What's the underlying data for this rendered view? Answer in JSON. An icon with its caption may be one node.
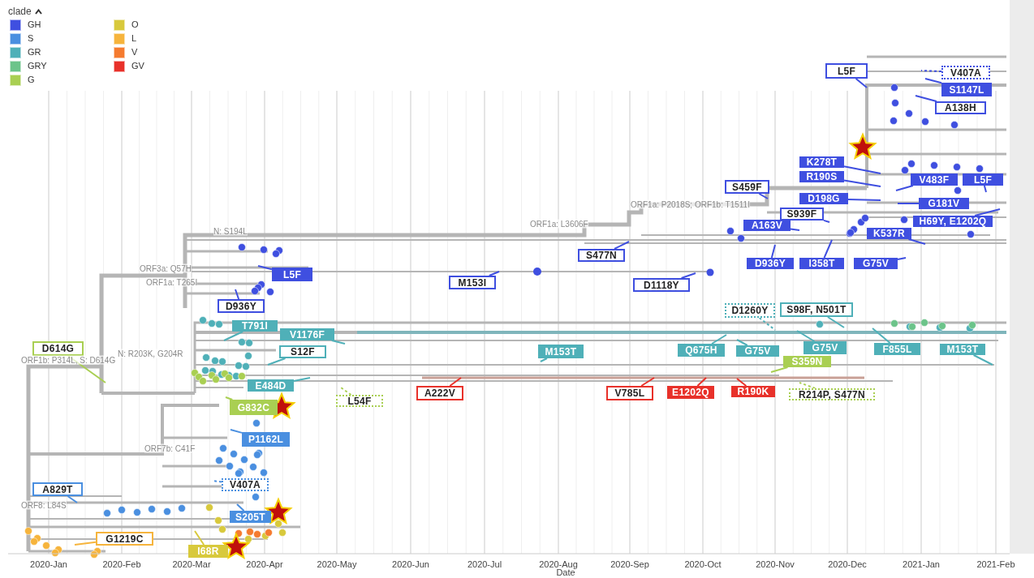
{
  "diagram": {
    "nodes": [
      {
        "text": [
          "L5F"
        ]
      },
      {
        "text": [
          "V407A"
        ]
      },
      {
        "text": [
          "S1147L"
        ]
      },
      {
        "text": [
          "A138H"
        ]
      },
      {
        "text": [
          "K278T"
        ]
      },
      {
        "text": [
          "S459F"
        ]
      },
      {
        "text": [
          "R190S"
        ]
      },
      {
        "text": [
          "V483F"
        ]
      },
      {
        "text": [
          "L5F"
        ]
      },
      {
        "text": [
          "D198G"
        ]
      },
      {
        "text": [
          "G181V"
        ]
      },
      {
        "text": [
          "S939F"
        ]
      },
      {
        "text": [
          "A163V"
        ]
      },
      {
        "text": [
          "H69Y, E1202Q"
        ]
      },
      {
        "text": [
          "K537R"
        ]
      },
      {
        "text": [
          "S477N"
        ]
      },
      {
        "text": [
          "D936Y"
        ]
      },
      {
        "text": [
          "I358T"
        ]
      },
      {
        "text": [
          "G75V"
        ]
      },
      {
        "text": [
          "L5F"
        ]
      },
      {
        "text": [
          "M153I"
        ]
      },
      {
        "text": [
          "D1118Y"
        ]
      },
      {
        "text": [
          "D936Y"
        ]
      },
      {
        "text": [
          "D1260Y"
        ]
      },
      {
        "text": [
          "S98F, N501T"
        ]
      },
      {
        "text": [
          "T791I"
        ]
      },
      {
        "text": [
          "V1176F"
        ]
      },
      {
        "text": [
          "D614G"
        ]
      },
      {
        "text": [
          "Q675H"
        ]
      },
      {
        "text": [
          "G75V"
        ]
      },
      {
        "text": [
          "G75V"
        ]
      },
      {
        "text": [
          "F855L"
        ]
      },
      {
        "text": [
          "M153T"
        ]
      },
      {
        "text": [
          "S12F"
        ]
      },
      {
        "text": [
          "M153T"
        ]
      },
      {
        "text": [
          "S359N"
        ]
      },
      {
        "text": [
          "E484D"
        ]
      },
      {
        "text": [
          "A222V"
        ]
      },
      {
        "text": [
          "V785L"
        ]
      },
      {
        "text": [
          "E1202Q"
        ]
      },
      {
        "text": [
          "R190K"
        ]
      },
      {
        "text": [
          "L54F"
        ]
      },
      {
        "text": [
          "R214P, S477N"
        ]
      },
      {
        "text": [
          "G832C"
        ]
      },
      {
        "text": [
          "P1162L"
        ]
      },
      {
        "text": [
          "V407A"
        ]
      },
      {
        "text": [
          "A829T"
        ]
      },
      {
        "text": [
          "S205T"
        ]
      },
      {
        "text": [
          "G1219C"
        ]
      },
      {
        "text": [
          "I68R"
        ]
      }
    ],
    "edges": [
      {
        "from": 0,
        "to": null,
        "arrow": "none"
      },
      {
        "from": 1,
        "to": null,
        "arrow": "none",
        "style": "dashed"
      },
      {
        "from": 2,
        "to": null,
        "arrow": "none"
      },
      {
        "from": 3,
        "to": null,
        "arrow": "none"
      },
      {
        "from": 4,
        "to": null,
        "arrow": "none"
      },
      {
        "from": 5,
        "to": null,
        "arrow": "none"
      },
      {
        "from": 6,
        "to": null,
        "arrow": "none"
      },
      {
        "from": 7,
        "to": null,
        "arrow": "none"
      },
      {
        "from": 8,
        "to": null,
        "arrow": "none"
      },
      {
        "from": 9,
        "to": null,
        "arrow": "none"
      },
      {
        "from": 10,
        "to": null,
        "arrow": "none"
      },
      {
        "from": 11,
        "to": null,
        "arrow": "none"
      },
      {
        "from": 12,
        "to": null,
        "arrow": "none"
      },
      {
        "from": 13,
        "to": null,
        "arrow": "none"
      },
      {
        "from": 14,
        "to": null,
        "arrow": "none"
      },
      {
        "from": 15,
        "to": null,
        "arrow": "none"
      },
      {
        "from": 16,
        "to": null,
        "arrow": "none"
      },
      {
        "from": 17,
        "to": null,
        "arrow": "none"
      },
      {
        "from": 18,
        "to": null,
        "arrow": "none"
      },
      {
        "from": 19,
        "to": null,
        "arrow": "none"
      },
      {
        "from": 20,
        "to": null,
        "arrow": "none"
      },
      {
        "from": 21,
        "to": null,
        "arrow": "none"
      },
      {
        "from": 22,
        "to": null,
        "arrow": "none"
      },
      {
        "from": 23,
        "to": null,
        "arrow": "none",
        "style": "dashed",
        "color": "#4fb0b8"
      },
      {
        "from": 24,
        "to": null,
        "arrow": "none",
        "color": "#4fb0b8"
      },
      {
        "from": 25,
        "to": null,
        "arrow": "none",
        "color": "#4fb0b8"
      },
      {
        "from": 26,
        "to": null,
        "arrow": "none",
        "color": "#4fb0b8"
      },
      {
        "from": 27,
        "to": null,
        "arrow": "none",
        "color": "#a9cf52"
      },
      {
        "from": 28,
        "to": null,
        "arrow": "none",
        "color": "#4fb0b8"
      },
      {
        "from": 29,
        "to": null,
        "arrow": "none",
        "color": "#4fb0b8"
      },
      {
        "from": 30,
        "to": null,
        "arrow": "none",
        "color": "#4fb0b8"
      },
      {
        "from": 31,
        "to": null,
        "arrow": "none",
        "color": "#4fb0b8"
      },
      {
        "from": 32,
        "to": null,
        "arrow": "none",
        "color": "#4fb0b8"
      },
      {
        "from": 33,
        "to": null,
        "arrow": "none",
        "color": "#4fb0b8"
      },
      {
        "from": 34,
        "to": null,
        "arrow": "none",
        "color": "#4fb0b8"
      },
      {
        "from": 35,
        "to": null,
        "arrow": "none",
        "color": "#a9cf52"
      },
      {
        "from": 36,
        "to": null,
        "arrow": "none",
        "color": "#4fb0b8"
      },
      {
        "from": 37,
        "to": null,
        "arrow": "none",
        "color": "#e8312a"
      },
      {
        "from": 38,
        "to": null,
        "arrow": "none",
        "color": "#e8312a"
      },
      {
        "from": 39,
        "to": null,
        "arrow": "none",
        "color": "#e8312a"
      },
      {
        "from": 40,
        "to": null,
        "arrow": "none",
        "color": "#e8312a"
      },
      {
        "from": 41,
        "to": null,
        "arrow": "none",
        "style": "dashed",
        "color": "#a9cf52"
      },
      {
        "from": 42,
        "to": null,
        "arrow": "none",
        "style": "dashed",
        "color": "#a9cf52"
      },
      {
        "from": 43,
        "to": null,
        "arrow": "none",
        "color": "#a9cf52"
      },
      {
        "from": 44,
        "to": null,
        "arrow": "none",
        "color": "#4a8fe0"
      },
      {
        "from": 45,
        "to": null,
        "arrow": "none",
        "style": "dashed",
        "color": "#4a8fe0"
      },
      {
        "from": 46,
        "to": null,
        "arrow": "none",
        "color": "#4a8fe0"
      },
      {
        "from": 47,
        "to": null,
        "arrow": "none",
        "color": "#4a8fe0"
      },
      {
        "from": 48,
        "to": null,
        "arrow": "none",
        "color": "#f6b43c"
      },
      {
        "from": 49,
        "to": null,
        "arrow": "none",
        "color": "#d8c93c"
      }
    ],
    "labels": [
      "clade",
      "N: S194L",
      "ORF1a: P2018S; ORF1b: T1511I",
      "ORF1a: L3606F",
      "ORF3a: Q57H",
      "ORF1a: T265I",
      "N: R203K, G204R",
      "ORF1b: P314L, S: D614G",
      "ORF7b: C41F",
      "ORF8: L84S",
      "2020-Jan",
      "2020-Feb",
      "2020-Mar",
      "2020-Apr",
      "2020-May",
      "2020-Jun",
      "2020-Jul",
      "2020-Aug",
      "2020-Sep",
      "2020-Oct",
      "2020-Nov",
      "2020-Dec",
      "2021-Jan",
      "2021-Feb",
      "Date"
    ],
    "legend": [
      {
        "text": "GH",
        "color": "#3f4fe0"
      },
      {
        "text": "S",
        "color": "#4a8fe0"
      },
      {
        "text": "GR",
        "color": "#4fb0b8"
      },
      {
        "text": "GRY",
        "color": "#6cc48a"
      },
      {
        "text": "G",
        "color": "#a9cf52"
      },
      {
        "text": "O",
        "color": "#d8c93c"
      },
      {
        "text": "L",
        "color": "#f6b43c"
      },
      {
        "text": "V",
        "color": "#f57b2f"
      },
      {
        "text": "GV",
        "color": "#e8312a"
      }
    ]
  }
}
